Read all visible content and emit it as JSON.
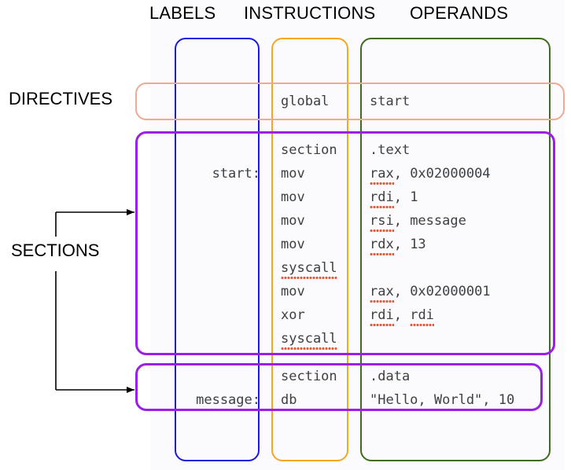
{
  "headings": {
    "labels": "LABELS",
    "instructions": "INSTRUCTIONS",
    "operands": "OPERANDS"
  },
  "side_labels": {
    "directives": "DIRECTIVES",
    "sections": "SECTIONS"
  },
  "colors": {
    "labels_box": "#1a1ae0",
    "instructions_box": "#f5a623",
    "operands_box": "#3f6b1f",
    "directives_box": "#f0a992",
    "sections_box": "#9b1fe8",
    "code_text": "#3d4145",
    "squiggle": "#e8593c",
    "panel_bg": "#fbfafc"
  },
  "code": {
    "directives": [
      {
        "label": "",
        "instruction": "global",
        "operand": "start",
        "instruction_underline": false,
        "operand_underline": ""
      }
    ],
    "text_section": [
      {
        "label": "",
        "instruction": "section",
        "operand": ".text",
        "instruction_underline": false,
        "operand_underline": ""
      },
      {
        "label": "start:",
        "instruction": "mov",
        "operand": "rax, 0x02000004",
        "instruction_underline": false,
        "operand_underline": "rax"
      },
      {
        "label": "",
        "instruction": "mov",
        "operand": "rdi, 1",
        "instruction_underline": false,
        "operand_underline": "rdi"
      },
      {
        "label": "",
        "instruction": "mov",
        "operand": "rsi, message",
        "instruction_underline": false,
        "operand_underline": "rsi"
      },
      {
        "label": "",
        "instruction": "mov",
        "operand": "rdx, 13",
        "instruction_underline": false,
        "operand_underline": "rdx"
      },
      {
        "label": "",
        "instruction": "syscall",
        "operand": "",
        "instruction_underline": true,
        "operand_underline": ""
      },
      {
        "label": "",
        "instruction": "mov",
        "operand": "rax, 0x02000001",
        "instruction_underline": false,
        "operand_underline": "rax"
      },
      {
        "label": "",
        "instruction": "xor",
        "operand": "rdi, rdi",
        "instruction_underline": false,
        "operand_underline": "rdi, rdi"
      },
      {
        "label": "",
        "instruction": "syscall",
        "operand": "",
        "instruction_underline": true,
        "operand_underline": ""
      }
    ],
    "data_section": [
      {
        "label": "",
        "instruction": "section",
        "operand": ".data",
        "instruction_underline": false,
        "operand_underline": ""
      },
      {
        "label": "message:",
        "instruction": "db",
        "operand": "\"Hello, World\", 10",
        "instruction_underline": false,
        "operand_underline": ""
      }
    ]
  }
}
